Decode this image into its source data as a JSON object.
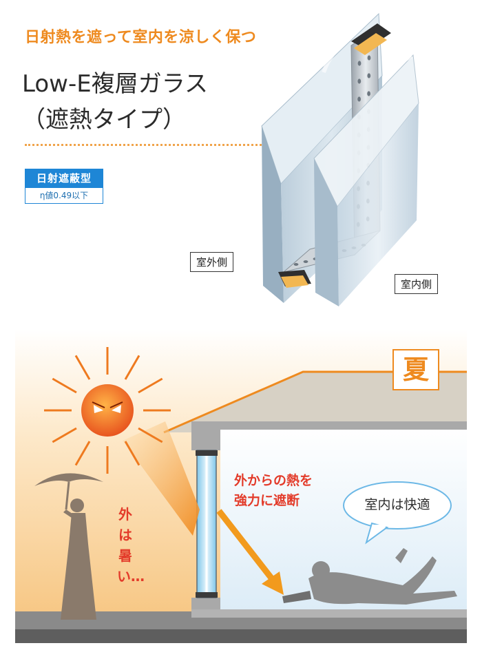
{
  "header": {
    "subtitle": "日射熱を遮って室内を涼しく保つ",
    "title_line1": "Low-E複層ガラス",
    "title_line2": "（遮熱タイプ）"
  },
  "badge": {
    "label": "日射遮蔽型",
    "value": "η値0.49以下"
  },
  "glass_diagram": {
    "outside_label": "室外側",
    "inside_label": "室内側"
  },
  "scene": {
    "season": "夏",
    "heat_message_line1": "外からの熱を",
    "heat_message_line2": "強力に遮断",
    "outside_message": "外は暑い…",
    "inside_message": "室内は快適"
  },
  "colors": {
    "accent": "#ee8a1f",
    "badge_blue": "#1e86d6",
    "warning_red": "#e33b2a"
  }
}
